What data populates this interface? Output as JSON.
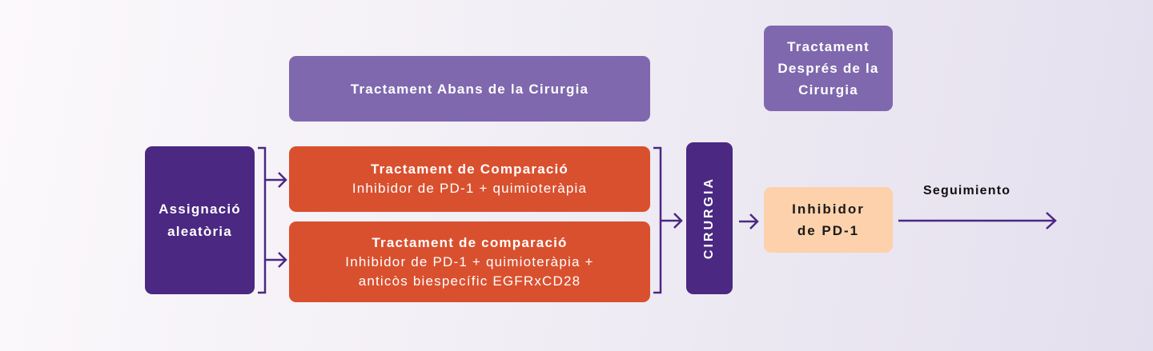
{
  "header_before": "Tractament Abans de la Cirurgia",
  "header_after": [
    "Tractament",
    "Després de la",
    "Cirurgia"
  ],
  "randomization": [
    "Assignació",
    "aleatòria"
  ],
  "arm1": {
    "title": "Tractament de Comparació",
    "lines": [
      "Inhibidor de PD-1 + quimioteràpia"
    ]
  },
  "arm2": {
    "title": "Tractament de comparació",
    "lines": [
      "Inhibidor de PD-1 + quimioteràpia +",
      "anticòs biespecífic EGFRxCD28"
    ]
  },
  "surgery": "CIRURGIA",
  "post_treatment": [
    "Inhibidor",
    "de PD-1"
  ],
  "follow_up": "Seguimiento",
  "colors": {
    "dark_purple": "#4b2882",
    "light_purple": "#7f68ae",
    "orange": "#d9502e",
    "peach": "#fcd1ab"
  }
}
